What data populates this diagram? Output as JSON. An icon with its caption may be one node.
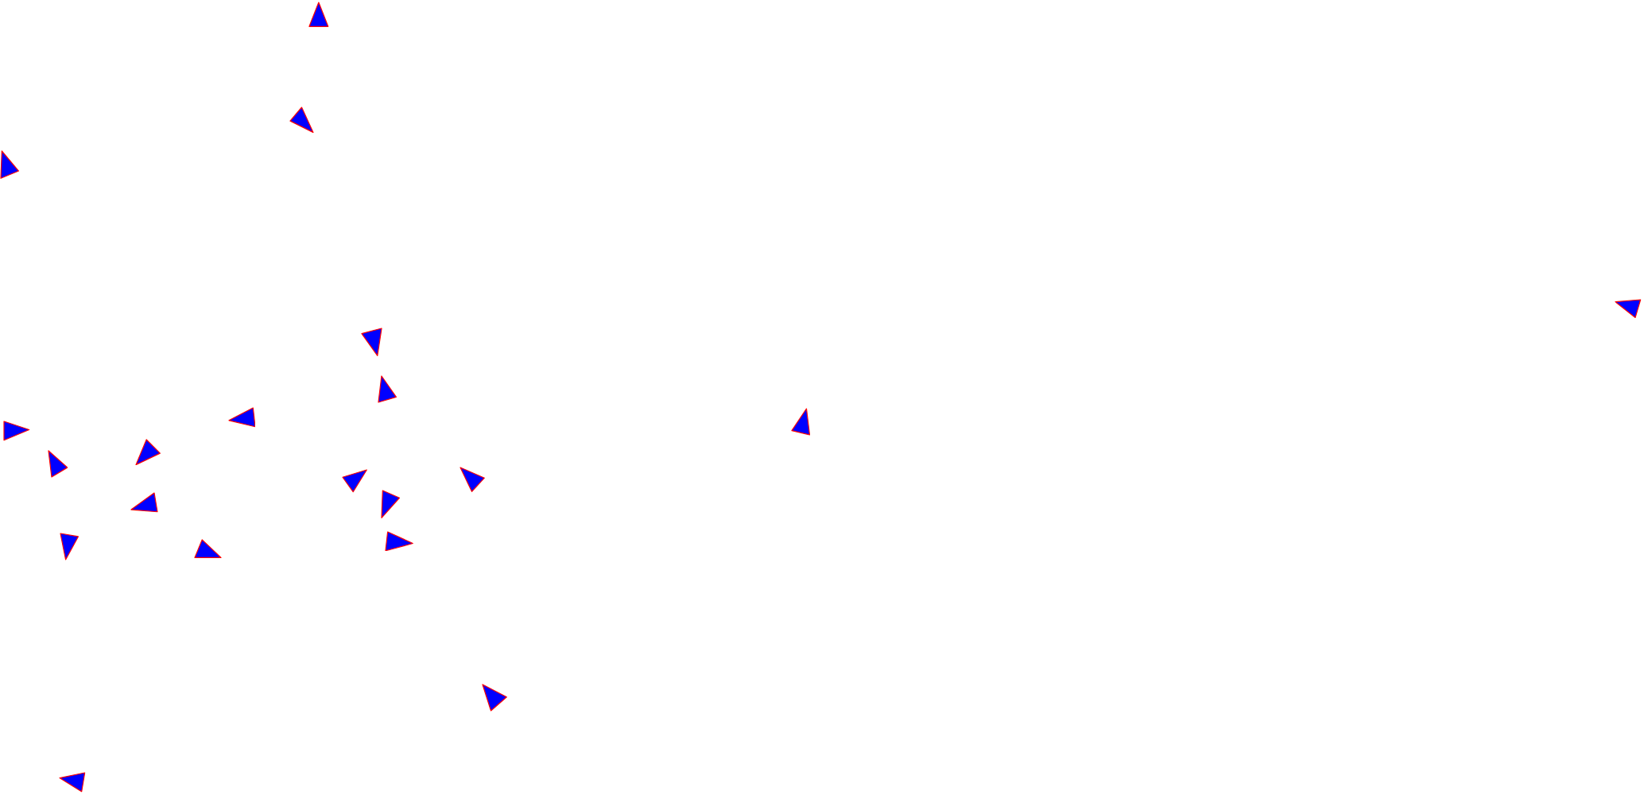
{
  "diagram": {
    "nodes": [
      {
        "text": [],
        "shape": "triangle"
      },
      {
        "text": [],
        "shape": "triangle"
      },
      {
        "text": [],
        "shape": "triangle"
      },
      {
        "text": [],
        "shape": "triangle"
      },
      {
        "text": [],
        "shape": "triangle"
      },
      {
        "text": [],
        "shape": "triangle"
      },
      {
        "text": [],
        "shape": "triangle"
      },
      {
        "text": [],
        "shape": "triangle"
      },
      {
        "text": [],
        "shape": "triangle"
      },
      {
        "text": [],
        "shape": "triangle"
      },
      {
        "text": [],
        "shape": "triangle"
      },
      {
        "text": [],
        "shape": "triangle"
      },
      {
        "text": [],
        "shape": "triangle"
      },
      {
        "text": [],
        "shape": "triangle"
      },
      {
        "text": [],
        "shape": "triangle"
      },
      {
        "text": [],
        "shape": "triangle"
      },
      {
        "text": [],
        "shape": "triangle"
      },
      {
        "text": [],
        "shape": "triangle"
      },
      {
        "text": [],
        "shape": "triangle"
      },
      {
        "text": [],
        "shape": "triangle"
      }
    ]
  }
}
